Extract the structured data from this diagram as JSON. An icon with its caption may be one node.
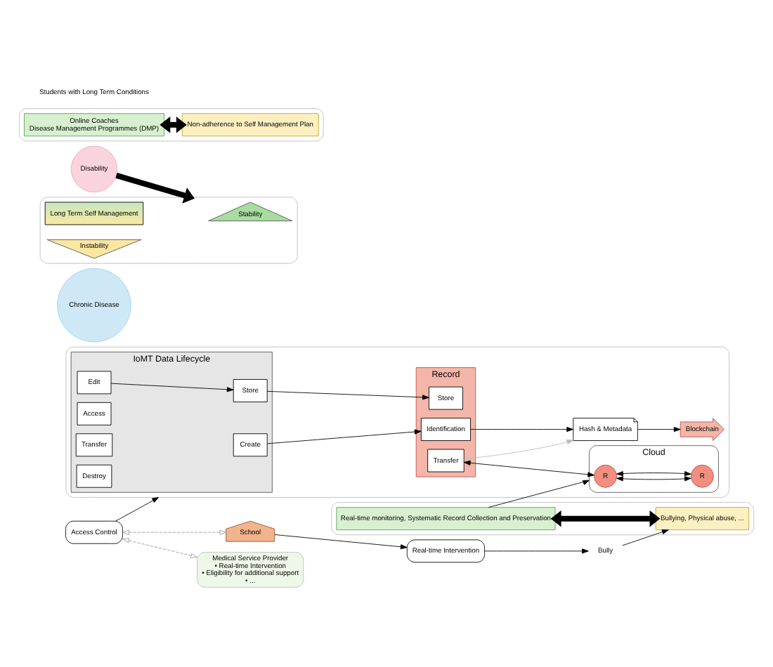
{
  "diagram": {
    "nodes": [
      {
        "text": [
          "Medical Service Provider",
          "• Real-time Intervention",
          "• Eligibility for additional support",
          "• ..."
        ]
      },
      {
        "text": [],
        "shape": "box"
      },
      {
        "text": [
          "IoMT Data Lifecycle"
        ],
        "in": 1
      },
      {
        "text": [
          "Create"
        ],
        "in": 2
      },
      {
        "text": [
          "Edit"
        ],
        "in": 2
      },
      {
        "text": [
          "Store"
        ],
        "in": 2
      },
      {
        "text": [
          "Access"
        ],
        "in": 2
      },
      {
        "text": [
          "Transfer"
        ],
        "in": 2
      },
      {
        "text": [
          "Destroy"
        ],
        "in": 2
      },
      {
        "text": [
          "Record"
        ],
        "in": 1
      },
      {
        "text": [
          "Identification"
        ],
        "in": 9
      },
      {
        "text": [
          "Store"
        ],
        "in": 9
      },
      {
        "text": [
          "Transfer"
        ],
        "in": 9
      },
      {
        "text": [
          "Hash & Metadata"
        ],
        "in": 1
      },
      {
        "text": [
          "Blockchain"
        ],
        "in": 1
      },
      {
        "text": [
          "Cloud"
        ],
        "in": 1
      },
      {
        "text": [
          "R"
        ],
        "in": 15
      },
      {
        "text": [
          "R"
        ],
        "in": 15
      },
      {
        "text": [
          "Access Control"
        ]
      },
      {
        "text": [
          "School"
        ]
      },
      {
        "text": [
          "Real-time Intervention"
        ]
      },
      {
        "text": [
          "Bully"
        ]
      },
      {
        "text": [
          "Chronic Disease"
        ]
      },
      {
        "text": [
          "Disability"
        ]
      },
      {
        "text": [],
        "shape": "box"
      },
      {
        "text": [
          "Stability"
        ],
        "in": 24
      },
      {
        "text": [
          "Long Term Self Management"
        ],
        "in": 24
      },
      {
        "text": [
          "Instability"
        ],
        "in": 24
      },
      {
        "text": [],
        "shape": "box"
      },
      {
        "text": [
          "Online Coaches",
          "Disease Management Programmes (DMP)"
        ],
        "in": 28
      },
      {
        "text": [
          "Non-adherence to Self Management Plan"
        ],
        "in": 28
      },
      {
        "text": [],
        "shape": "box"
      },
      {
        "text": [
          "Real-time monitoring, Systematic Record Collection and Preservation"
        ],
        "in": 31
      },
      {
        "text": [
          "Bullying, Physical abuse, ..."
        ],
        "in": 31
      }
    ],
    "edges": [
      {
        "from": 3,
        "to": 10,
        "arrow": "to"
      },
      {
        "from": 4,
        "to": 5,
        "arrow": "to"
      },
      {
        "from": 5,
        "to": 11,
        "arrow": "to"
      },
      {
        "from": 10,
        "to": 13,
        "arrow": "to"
      },
      {
        "from": 12,
        "to": 13,
        "arrow": "to",
        "color": "#bbbbbb"
      },
      {
        "from": 13,
        "to": 14,
        "arrow": "to"
      },
      {
        "from": 12,
        "to": 16,
        "arrow": "both"
      },
      {
        "from": 16,
        "to": 17,
        "arrow": "both"
      },
      {
        "from": 17,
        "to": 16,
        "arrow": "both"
      },
      {
        "from": 18,
        "to": 1,
        "arrow": "to"
      },
      {
        "from": 18,
        "to": 0,
        "arrow": "both",
        "style": "dashed",
        "color": "#999999"
      },
      {
        "from": 18,
        "to": 19,
        "arrow": "both",
        "style": "dashed",
        "color": "#999999"
      },
      {
        "from": 19,
        "to": 20,
        "arrow": "to"
      },
      {
        "from": 20,
        "to": 21,
        "arrow": "to"
      },
      {
        "from": 21,
        "to": 33,
        "arrow": "to"
      },
      {
        "from": 32,
        "to": 15,
        "arrow": "to"
      },
      {
        "from": 23,
        "to": 24,
        "arrow": "to",
        "style": "thick"
      },
      {
        "from": 29,
        "to": 30,
        "arrow": "both",
        "style": "thick"
      },
      {
        "from": 32,
        "to": 33,
        "arrow": "both",
        "style": "thick"
      }
    ],
    "labels": [
      "Students with Long Term Conditions"
    ]
  }
}
